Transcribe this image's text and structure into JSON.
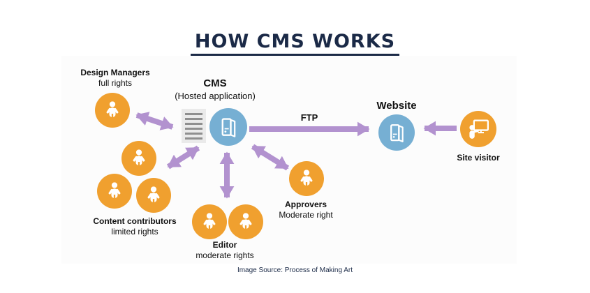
{
  "title": "HOW CMS WORKS",
  "nodes": {
    "design_managers": {
      "label": "Design Managers",
      "sublabel": "full rights"
    },
    "cms": {
      "label": "CMS",
      "sublabel": "(Hosted application)"
    },
    "content_contributors": {
      "label": "Content contributors",
      "sublabel": "limited rights"
    },
    "editor": {
      "label": "Editor",
      "sublabel": "moderate rights"
    },
    "approvers": {
      "label": "Approvers",
      "sublabel": "Moderate right"
    },
    "website": {
      "label": "Website"
    },
    "site_visitor": {
      "label": "Site visitor"
    }
  },
  "labels": {
    "ftp": "FTP"
  },
  "footer": {
    "credit": "Image Source: Process of Making Art"
  },
  "colors": {
    "actor_orange": "#F0A02F",
    "system_blue": "#76AFD3",
    "arrow_purple": "#B292CF",
    "title_navy": "#1B2A47",
    "document_gray": "#EAEAEA",
    "document_line_gray": "#8F8F8F"
  },
  "icons": {
    "actor": "person-icon",
    "system": "server-tower-icon",
    "content": "document-lines-icon",
    "visitor": "person-at-monitor-icon"
  }
}
